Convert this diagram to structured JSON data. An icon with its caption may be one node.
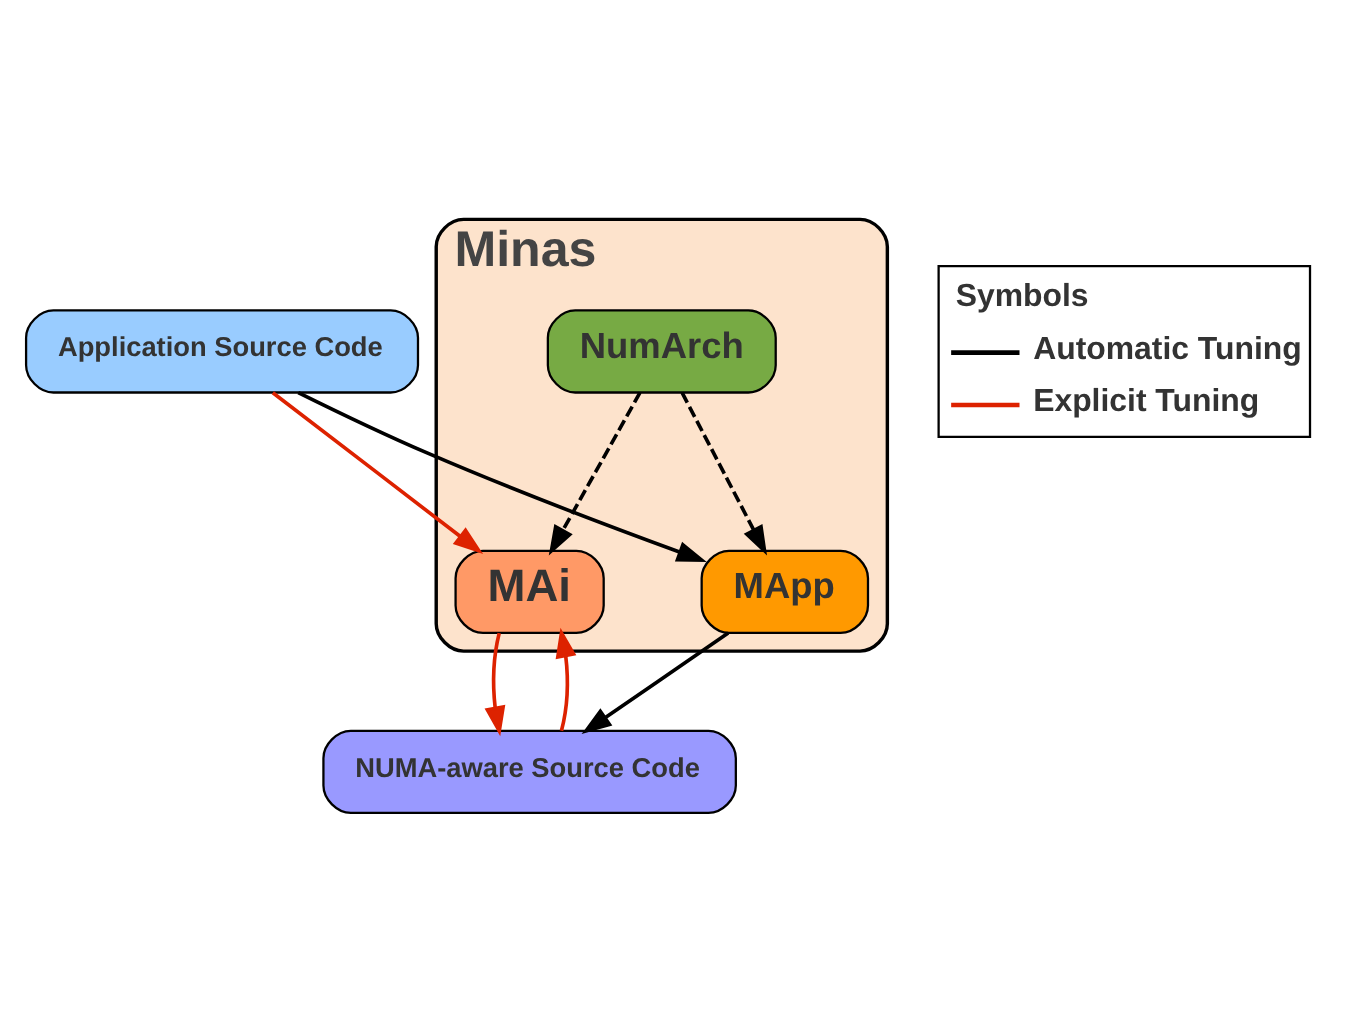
{
  "diagram": {
    "nodes": [
      {
        "text": [
          "Application Source Code"
        ]
      },
      {
        "text": [
          "Minas"
        ]
      },
      {
        "text": [
          "MAi"
        ],
        "in": 1
      },
      {
        "text": [
          "MApp"
        ],
        "in": 1
      },
      {
        "text": [
          "NumArch"
        ],
        "in": 1
      },
      {
        "text": [
          "NUMA-aware Source Code"
        ]
      }
    ],
    "edges": [
      {
        "from": 0,
        "to": 3,
        "arrow": "to"
      },
      {
        "from": 0,
        "to": 2,
        "arrow": "to",
        "color": "#dd2200"
      },
      {
        "from": 2,
        "to": 5,
        "arrow": "to",
        "color": "#dd2200"
      },
      {
        "from": 5,
        "to": 2,
        "arrow": "to",
        "color": "#dd2200"
      },
      {
        "from": 3,
        "to": 5,
        "arrow": "to"
      },
      {
        "from": 4,
        "to": 3,
        "arrow": "to",
        "style": "dashed"
      },
      {
        "from": 4,
        "to": 2,
        "arrow": "to",
        "style": "dashed"
      }
    ],
    "labels": [
      "Symbols"
    ],
    "legend": [
      {
        "text": "Automatic Tuning"
      },
      {
        "text": "Explicit Tuning"
      }
    ]
  }
}
